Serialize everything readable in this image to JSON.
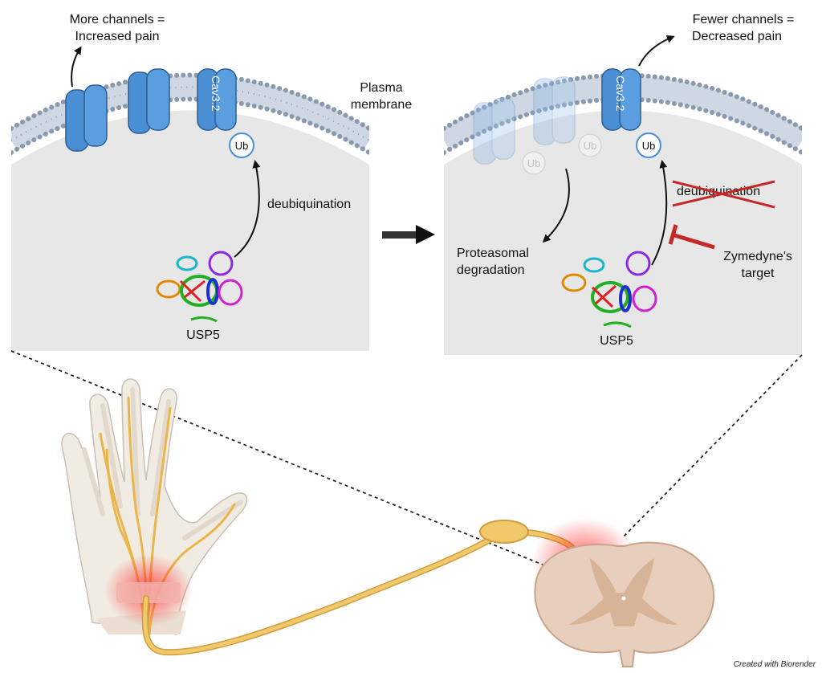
{
  "left_panel": {
    "title_line1": "More channels =",
    "title_line2": "Increased pain",
    "channel_label": "Cav3.2",
    "ub_label": "Ub",
    "process_label": "deubiquination",
    "enzyme_label": "USP5"
  },
  "membrane_label_line1": "Plasma",
  "membrane_label_line2": "membrane",
  "right_panel": {
    "title_line1": "Fewer channels =",
    "title_line2": "Decreased pain",
    "channel_label": "Cav3.2",
    "ub_label": "Ub",
    "faded_ub_label_1": "Ub",
    "faded_ub_label_2": "Ub",
    "blocked_process_label": "deubiquination",
    "degradation_line1": "Proteasomal",
    "degradation_line2": "degradation",
    "target_line1": "Zymedyne's",
    "target_line2": "target",
    "enzyme_label": "USP5"
  },
  "credit": "Created with Biorender",
  "colors": {
    "channel": "#4a8fd4",
    "nerve": "#f2c96a",
    "inhibitor": "#c62828",
    "cytoplasm": "#e6e6e6"
  }
}
